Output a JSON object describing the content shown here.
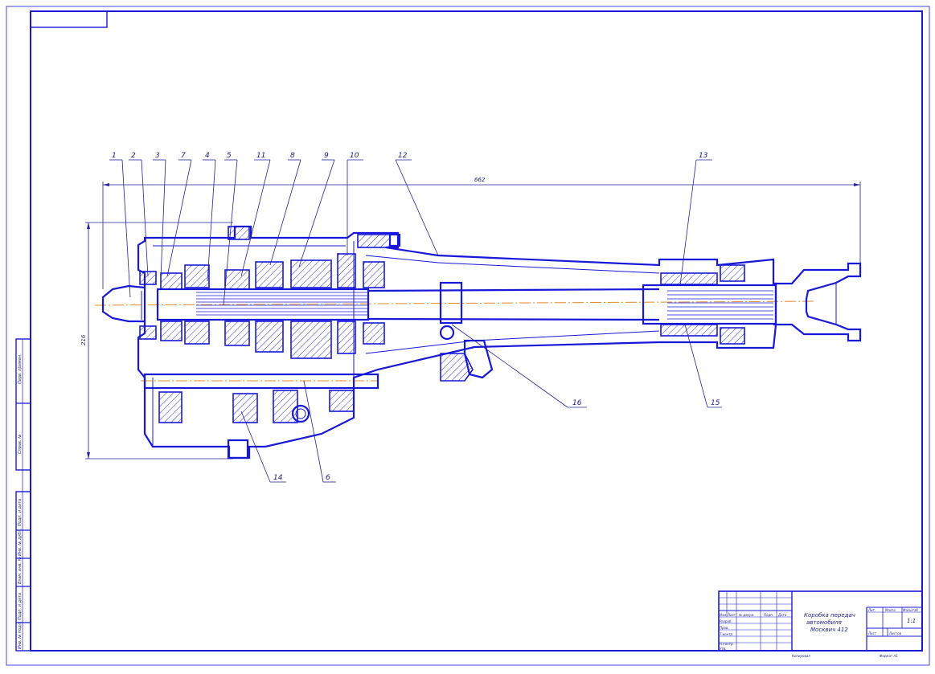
{
  "drawing": {
    "title_lines": [
      "Коробка передач",
      "автомобиля",
      "Москвич 412"
    ],
    "sheet_number": "1:1",
    "callouts": [
      "1",
      "2",
      "3",
      "7",
      "4",
      "5",
      "11",
      "8",
      "9",
      "10",
      "12",
      "13",
      "16",
      "15",
      "14",
      "6"
    ],
    "dimension_length": "662",
    "dimension_height": "216"
  },
  "title_block": {
    "col_labels": [
      "Изм",
      "Лист",
      "№ докум.",
      "Подп.",
      "Дата"
    ],
    "row_labels": [
      "Разраб.",
      "Пров.",
      "Т.контр.",
      "Н.контр.",
      "Утв."
    ],
    "right_headers": [
      "Лит.",
      "Масса",
      "Масштаб"
    ],
    "sheet_label": "Лист",
    "sheets_label": "Листов",
    "footer_left": "Копировал",
    "footer_right": "Формат А1"
  },
  "side_strip": {
    "labels": [
      "Перв. примен.",
      "Справ. №",
      "Подп. и дата",
      "Инв. № дубл.",
      "Взам. инв. №",
      "Подп. и дата",
      "Инв. № подл."
    ]
  },
  "colors": {
    "line": "#1818d8",
    "axis": "#e08a2a",
    "text": "#1d1d88"
  }
}
